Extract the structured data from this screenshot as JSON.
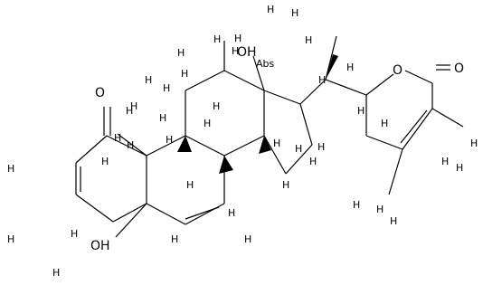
{
  "molecule": {
    "heteroatom_labels": {
      "ketone_O": "O",
      "ring_O": "O",
      "lactone_O": "O",
      "OH_17": "OH",
      "OH_5": "OH"
    },
    "hydrogen_label": "H",
    "abs_label": "Abs"
  }
}
